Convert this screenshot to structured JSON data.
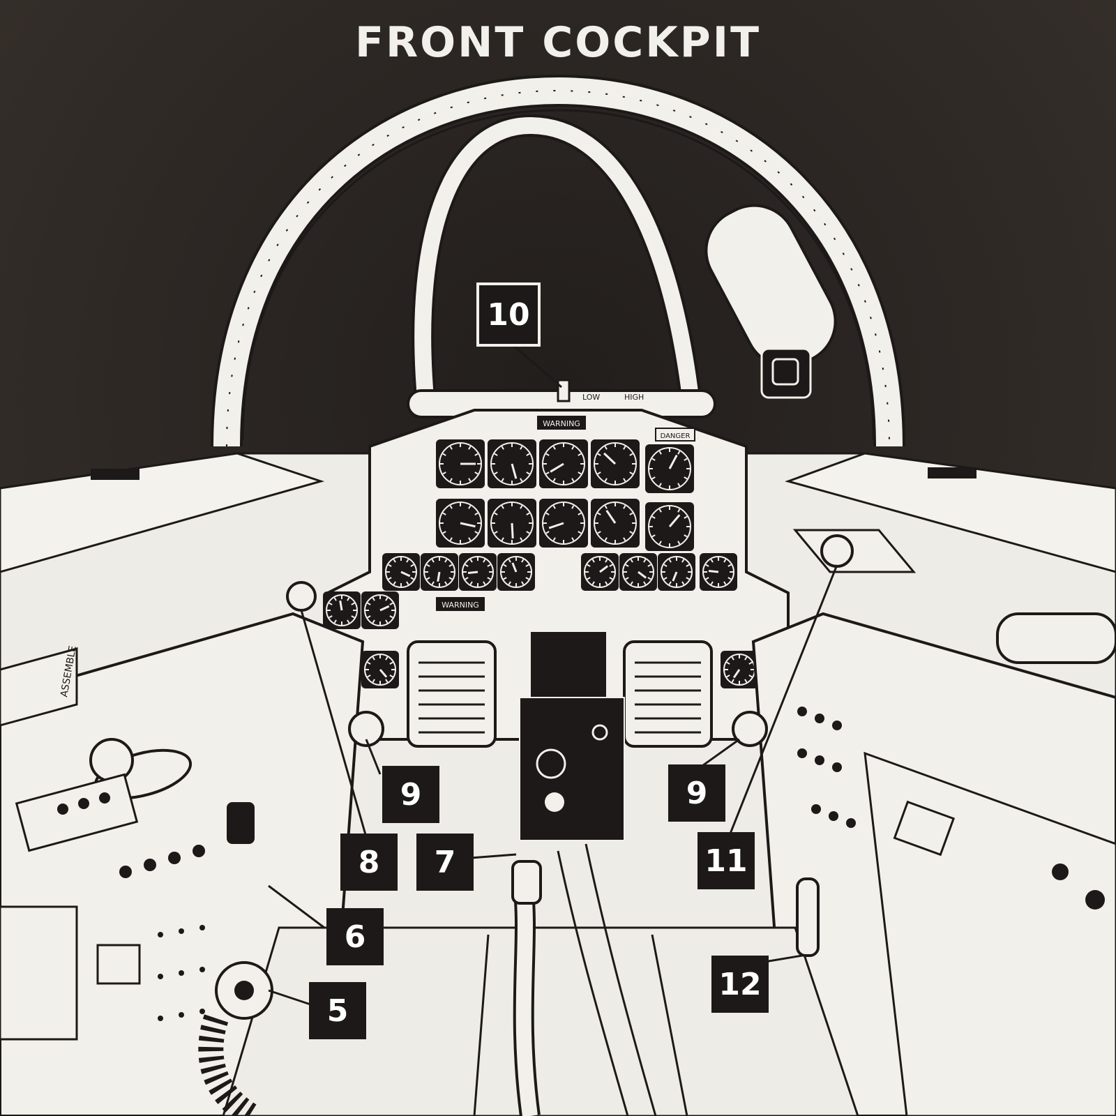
{
  "title": "FRONT COCKPIT",
  "panel_labels": {
    "warning_top": "WARNING",
    "danger": "DANGER",
    "warning_mid": "WARNING",
    "mode_low": "LOW",
    "mode_high": "HIGH",
    "assemble": "ASSEMBLE"
  },
  "callouts": [
    {
      "id": "10",
      "label": "10"
    },
    {
      "id": "9-left",
      "label": "9"
    },
    {
      "id": "9-right",
      "label": "9"
    },
    {
      "id": "8",
      "label": "8"
    },
    {
      "id": "7",
      "label": "7"
    },
    {
      "id": "11",
      "label": "11"
    },
    {
      "id": "6",
      "label": "6"
    },
    {
      "id": "12",
      "label": "12"
    },
    {
      "id": "5",
      "label": "5"
    }
  ],
  "colors": {
    "background": "#2b2623",
    "line_art": "#f2f0ea",
    "ink": "#1c1918"
  }
}
